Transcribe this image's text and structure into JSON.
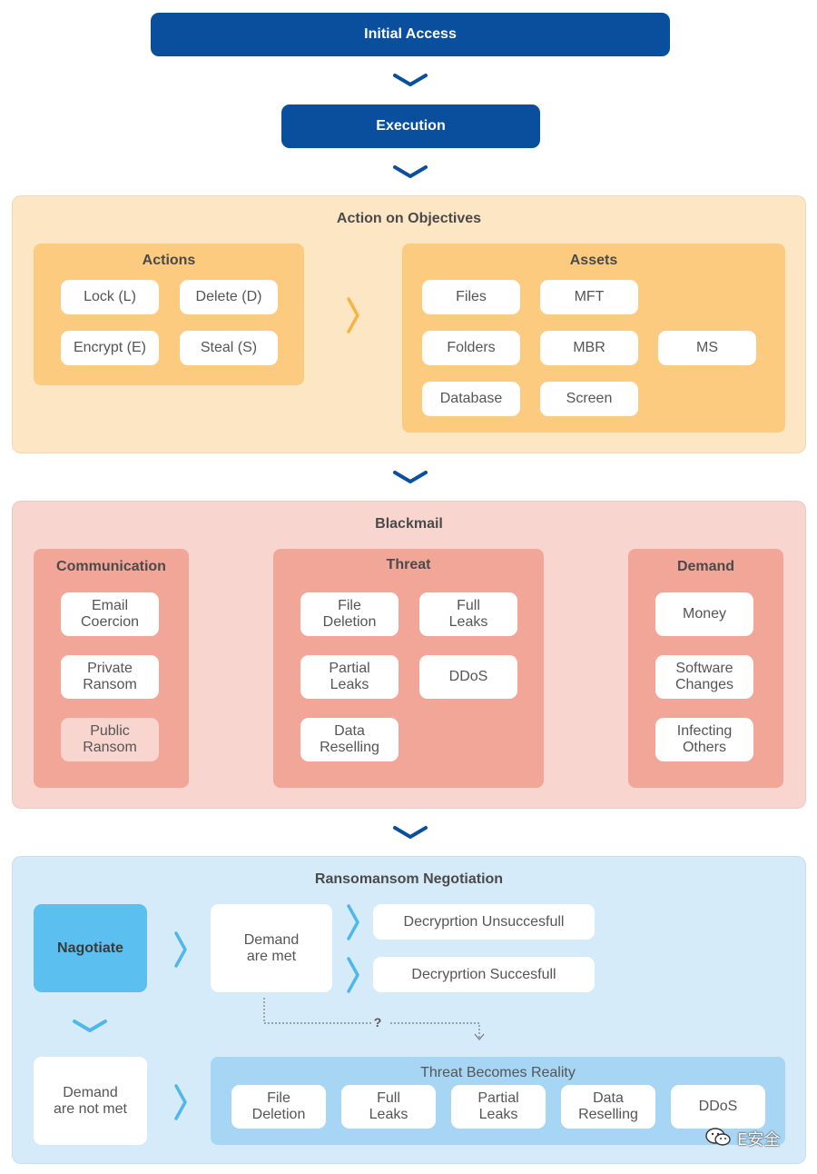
{
  "flow": {
    "initial_access": "Initial Access",
    "execution": "Execution"
  },
  "objectives": {
    "title": "Action on Objectives",
    "actions": {
      "title": "Actions",
      "items": [
        "Lock (L)",
        "Delete (D)",
        "Encrypt (E)",
        "Steal (S)"
      ]
    },
    "assets": {
      "title": "Assets",
      "items": [
        "Files",
        "MFT",
        "Folders",
        "MBR",
        "MS",
        "Database",
        "Screen"
      ]
    }
  },
  "blackmail": {
    "title": "Blackmail",
    "communication": {
      "title": "Communication",
      "items": [
        "Email\nCoercion",
        "Private\nRansom",
        "Public\nRansom"
      ]
    },
    "threat": {
      "title": "Threat",
      "items": [
        "File\nDeletion",
        "Full\nLeaks",
        "Partial\nLeaks",
        "DDoS",
        "Data\nReselling"
      ]
    },
    "demand": {
      "title": "Demand",
      "items": [
        "Money",
        "Software\nChanges",
        "Infecting\nOthers"
      ]
    }
  },
  "negotiation": {
    "title": "Ransomansom Negotiation",
    "negotiate": "Nagotiate",
    "met": "Demand\nare met",
    "unsuccessful": "Decryprtion Unsuccesfull",
    "successful": "Decryprtion Succesfull",
    "question": "?",
    "not_met": "Demand\nare not met",
    "reality": {
      "title": "Threat Becomes Reality",
      "items": [
        "File\nDeletion",
        "Full\nLeaks",
        "Partial\nLeaks",
        "Data\nReselling",
        "DDoS"
      ]
    }
  },
  "watermark": "E安全",
  "colors": {
    "navy": "#0a4f9e",
    "objectives_bg": "#fde6c4",
    "objectives_group": "#fccb7f",
    "blackmail_bg": "#f8d6cf",
    "blackmail_group": "#f2a698",
    "negotiation_bg": "#d6ebfa",
    "negotiation_group": "#a7d5f4",
    "negotiate_box": "#5bc0f0",
    "orange_chevron": "#f6b441",
    "blue_chevron": "#4fb7e9"
  }
}
